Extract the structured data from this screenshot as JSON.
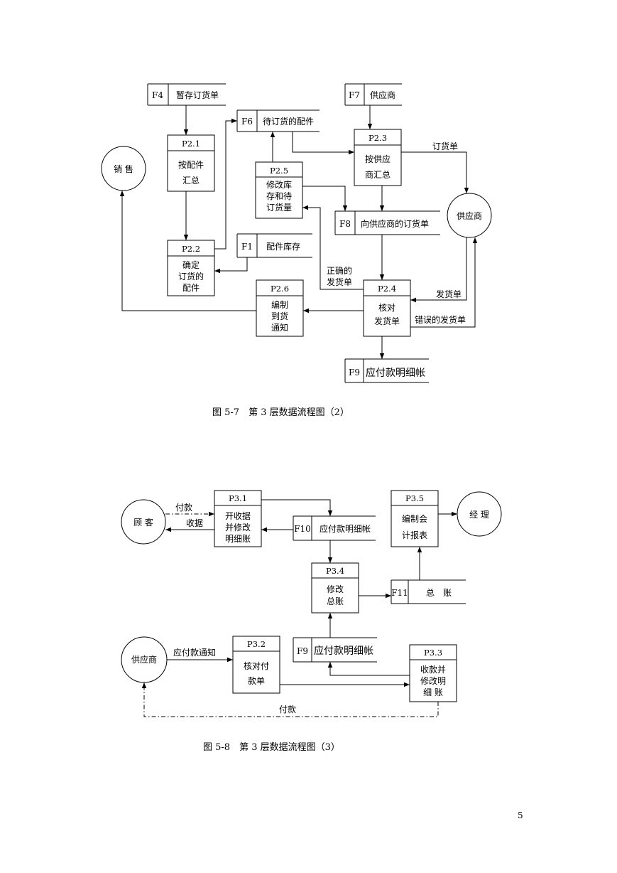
{
  "diagram1": {
    "F4": "F4",
    "F4_label": "暂存订货单",
    "F7": "F7",
    "F7_label": "供应商",
    "F6": "F6",
    "F6_label": "待订货的配件",
    "F1": "F1",
    "F1_label": "配件库存",
    "F8": "F8",
    "F8_label": "向供应商的订货单",
    "F9": "F9",
    "F9_label": "应付款明细帐",
    "sales": "销 售",
    "supplier": "供应商",
    "P21": "P2.1",
    "P21_l1": "按配件",
    "P21_l2": "汇总",
    "P22": "P2.2",
    "P22_l1": "确定",
    "P22_l2": "订货的",
    "P22_l3": "配件",
    "P23": "P2.3",
    "P23_l1": "按供应",
    "P23_l2": "商汇总",
    "P24": "P2.4",
    "P24_l1": "核对",
    "P24_l2": "发货单",
    "P25": "P2.5",
    "P25_l1": "修改库",
    "P25_l2": "存和待",
    "P25_l3": "订货量",
    "P26": "P2.6",
    "P26_l1": "编制",
    "P26_l2": "到货",
    "P26_l3": "通知",
    "flow_order": "订货单",
    "flow_correct_1": "正确的",
    "flow_correct_2": "发货单",
    "flow_invoice": "发货单",
    "flow_wrong": "错误的发货单",
    "caption": "图 5-7　第 3 层数据流程图（2）"
  },
  "diagram2": {
    "customer": "顾 客",
    "manager": "经 理",
    "supplier": "供应商",
    "P31": "P3.1",
    "P31_l1": "开收据",
    "P31_l2": "并修改",
    "P31_l3": "明细账",
    "P32": "P3.2",
    "P32_l1": "核对付",
    "P32_l2": "款单",
    "P33": "P3.3",
    "P33_l1": "收款并",
    "P33_l2": "修改明",
    "P33_l3": "细 账",
    "P34": "P3.4",
    "P34_l1": "修改",
    "P34_l2": "总账",
    "P35": "P3.5",
    "P35_l1": "编制会",
    "P35_l2": "计报表",
    "F10": "F10",
    "F10_label": "应付款明细帐",
    "F11": "F11",
    "F11_label": "总　账",
    "F9": "F9",
    "F9_label": "应付款明细帐",
    "flow_pay": "付款",
    "flow_receipt": "收据",
    "flow_notice": "应付款通知",
    "flow_pay_bottom": "付款",
    "caption": "图 5-8　第 3 层数据流程图（3）"
  },
  "page_number": "5"
}
